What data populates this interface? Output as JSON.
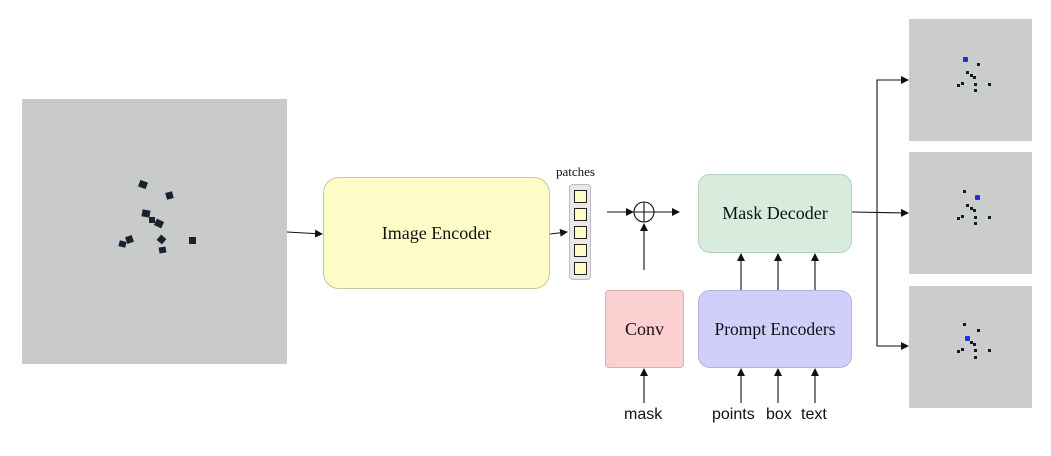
{
  "blocks": {
    "image_encoder": "Image Encoder",
    "mask_decoder": "Mask Decoder",
    "prompt_encoders": "Prompt Encoders",
    "conv": "Conv"
  },
  "labels": {
    "patches": "patches",
    "mask": "mask",
    "points": "points",
    "box": "box",
    "text": "text"
  },
  "colors": {
    "image_encoder": "#fdfcc6",
    "mask_decoder": "#d7ecdc",
    "prompt_encoders": "#cfcff9",
    "conv": "#fccfd0",
    "point_marker": "#1f2ee0"
  },
  "icons": {
    "combine": "circled-plus-icon"
  }
}
